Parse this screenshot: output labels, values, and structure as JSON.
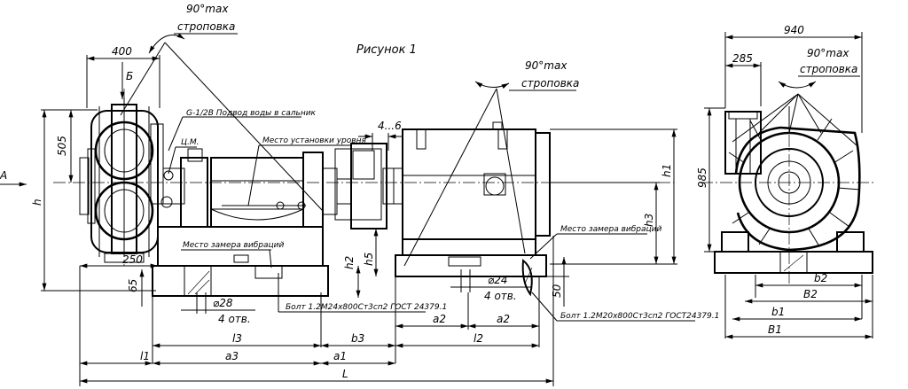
{
  "figure_title": "Рисунок 1",
  "sling": {
    "angle": "90°max",
    "label": "строповка"
  },
  "notes": {
    "water_supply": "G-1/2В Подвод воды в сальник",
    "cm": "Ц.М.",
    "level_place": "Место установки уровня",
    "vibration_1": "Место замера вибраций",
    "vibration_2": "Место замера вибраций",
    "bolt_pump": "Болт 1.2М24х800Ст3сп2 ГОСТ 24379.1",
    "bolt_motor": "Болт 1.2М20х800Ст3сп2 ГОСТ24379.1"
  },
  "view_labels": {
    "view_a": "А",
    "view_b": "Б"
  },
  "holes": {
    "pump": {
      "diameter": "⌀28",
      "count": "4 отв."
    },
    "motor": {
      "diameter": "⌀24",
      "count": "4 отв."
    }
  },
  "dims": {
    "d400": "400",
    "d505": "505",
    "d250": "250",
    "d65": "65",
    "gap": "4...6",
    "d50": "50",
    "d940": "940",
    "d285": "285",
    "d985": "985",
    "h": "h",
    "h1": "h1",
    "h2": "h2",
    "h3": "h3",
    "h5": "h5",
    "L": "L",
    "l1": "l1",
    "l2": "l2",
    "l3": "l3",
    "a1": "a1",
    "a2": "a2",
    "a3": "a3",
    "b3": "b3",
    "b1": "b1",
    "b2": "b2",
    "B1": "B1",
    "B2": "B2"
  }
}
